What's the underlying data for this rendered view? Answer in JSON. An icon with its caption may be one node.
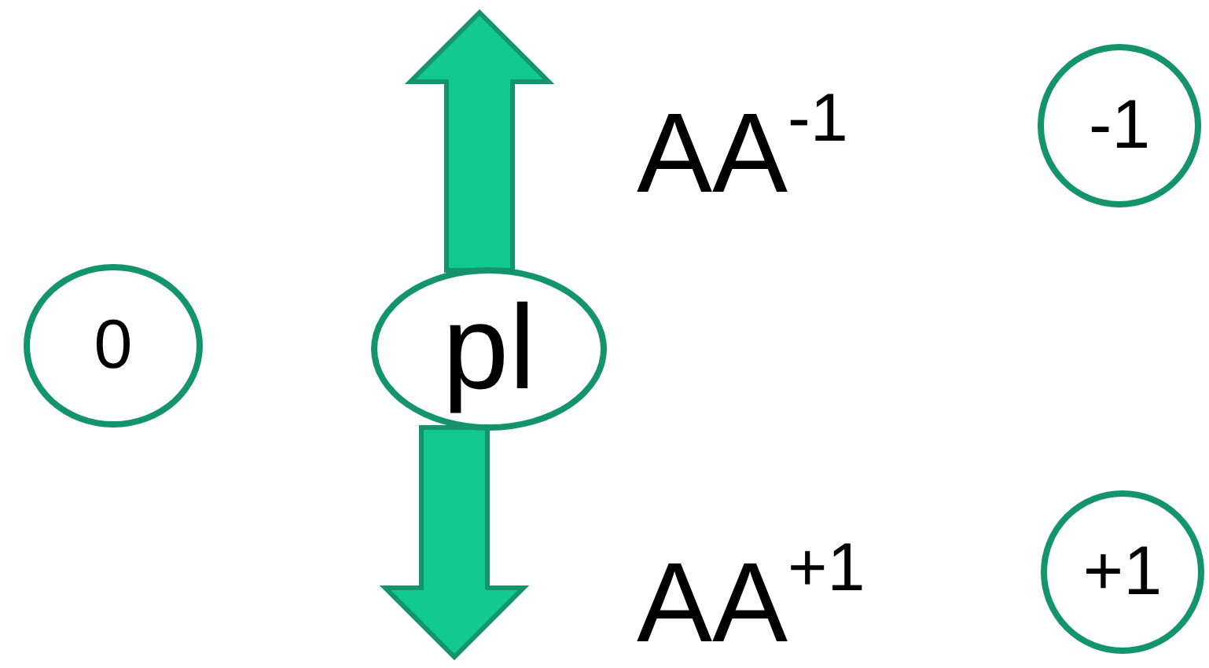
{
  "diagram": {
    "nodes": [
      {
        "text": [
          "-1"
        ]
      },
      {
        "text": [
          "0"
        ]
      },
      {
        "text": [
          "pl"
        ]
      },
      {
        "text": [
          "+1"
        ]
      }
    ],
    "edges": [
      {
        "from": 2,
        "to": null,
        "arrow": "to"
      },
      {
        "from": 2,
        "to": null,
        "arrow": "to"
      }
    ],
    "labels": [
      "AA$^{-1}$",
      "AA$^{+1}$"
    ]
  }
}
